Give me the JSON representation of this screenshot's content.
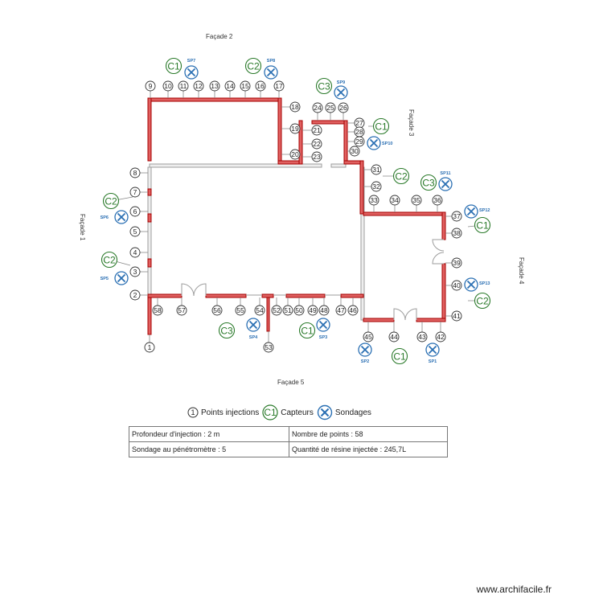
{
  "facades": {
    "f1": "Façade 1",
    "f2": "Façade 2",
    "f3": "Façade 3",
    "f4": "Façade 4",
    "f5": "Façade 5"
  },
  "injection_points": [
    "1",
    "2",
    "3",
    "4",
    "5",
    "6",
    "7",
    "8",
    "9",
    "10",
    "11",
    "12",
    "13",
    "14",
    "15",
    "16",
    "17",
    "18",
    "19",
    "20",
    "21",
    "22",
    "23",
    "24",
    "25",
    "26",
    "27",
    "28",
    "29",
    "30",
    "31",
    "32",
    "33",
    "34",
    "35",
    "36",
    "37",
    "38",
    "39",
    "40",
    "41",
    "42",
    "43",
    "44",
    "45",
    "46",
    "47",
    "48",
    "49",
    "50",
    "51",
    "52",
    "53",
    "54",
    "55",
    "56",
    "57",
    "58"
  ],
  "sensors": [
    "C1",
    "C2",
    "C3",
    "C1",
    "C2",
    "C2",
    "C1",
    "C3",
    "C2",
    "C3",
    "C1",
    "C2",
    "C1"
  ],
  "soundings": [
    "SP7",
    "SP8",
    "SP9",
    "SP10",
    "SP6",
    "SP5",
    "SP11",
    "SP12",
    "SP13",
    "SP4",
    "SP3",
    "SP2",
    "SP1"
  ],
  "legend": {
    "points_symbol": "1",
    "points_label": "Points injections",
    "sensors_symbol": "C1",
    "sensors_label": "Capteurs",
    "soundings_label": "Sondages"
  },
  "summary": {
    "depth": "Profondeur d'injection : 2 m",
    "count": "Nombre de points : 58",
    "penetrometer": "Sondage au pénétromètre : 5",
    "resin": "Quantité de résine injectée : 245,7L"
  },
  "watermark": "www.archifacile.fr",
  "colors": {
    "wall_red": "#cc1f1f",
    "wall_grey": "#bdbdbd",
    "sensor_green": "#2a7a2a",
    "sounding_blue": "#2a6fb3"
  }
}
